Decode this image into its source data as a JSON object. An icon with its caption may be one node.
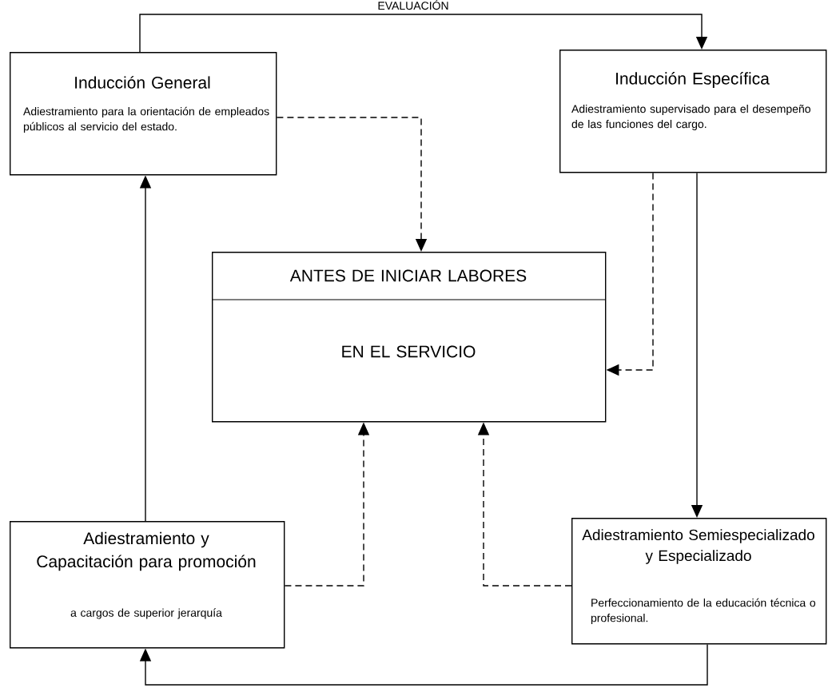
{
  "diagram": {
    "nodes": [
      {
        "text": [
          "Inducción General",
          "Adiestramiento para la orientación de empleados públicos al servicio del estado."
        ]
      },
      {
        "text": [
          "Inducción Específica",
          "Adiestramiento supervisado para el desempeño de las funciones del cargo."
        ]
      },
      {
        "text": [
          "ANTES DE INICIAR LABORES",
          "EN EL SERVICIO"
        ]
      },
      {
        "text": [
          "Adiestramiento y Capacitación para promoción",
          "a cargos de superior jerarquía"
        ]
      },
      {
        "text": [
          "Adiestramiento Semiespecializado y Especializado",
          "Perfeccionamiento de la educación técnica o profesional."
        ]
      }
    ],
    "edges": [
      {
        "from": 0,
        "to": 1,
        "arrow": "to",
        "label": "EVALUACIÓN"
      },
      {
        "from": 0,
        "to": 2,
        "arrow": "to",
        "style": "dashed"
      },
      {
        "from": 1,
        "to": 2,
        "arrow": "to",
        "style": "dashed"
      },
      {
        "from": 1,
        "to": 4,
        "arrow": "to"
      },
      {
        "from": 3,
        "to": 2,
        "arrow": "to",
        "style": "dashed"
      },
      {
        "from": 4,
        "to": 2,
        "arrow": "to",
        "style": "dashed"
      },
      {
        "from": 3,
        "to": 0,
        "arrow": "to"
      },
      {
        "from": 4,
        "to": 3,
        "arrow": "to"
      }
    ]
  }
}
